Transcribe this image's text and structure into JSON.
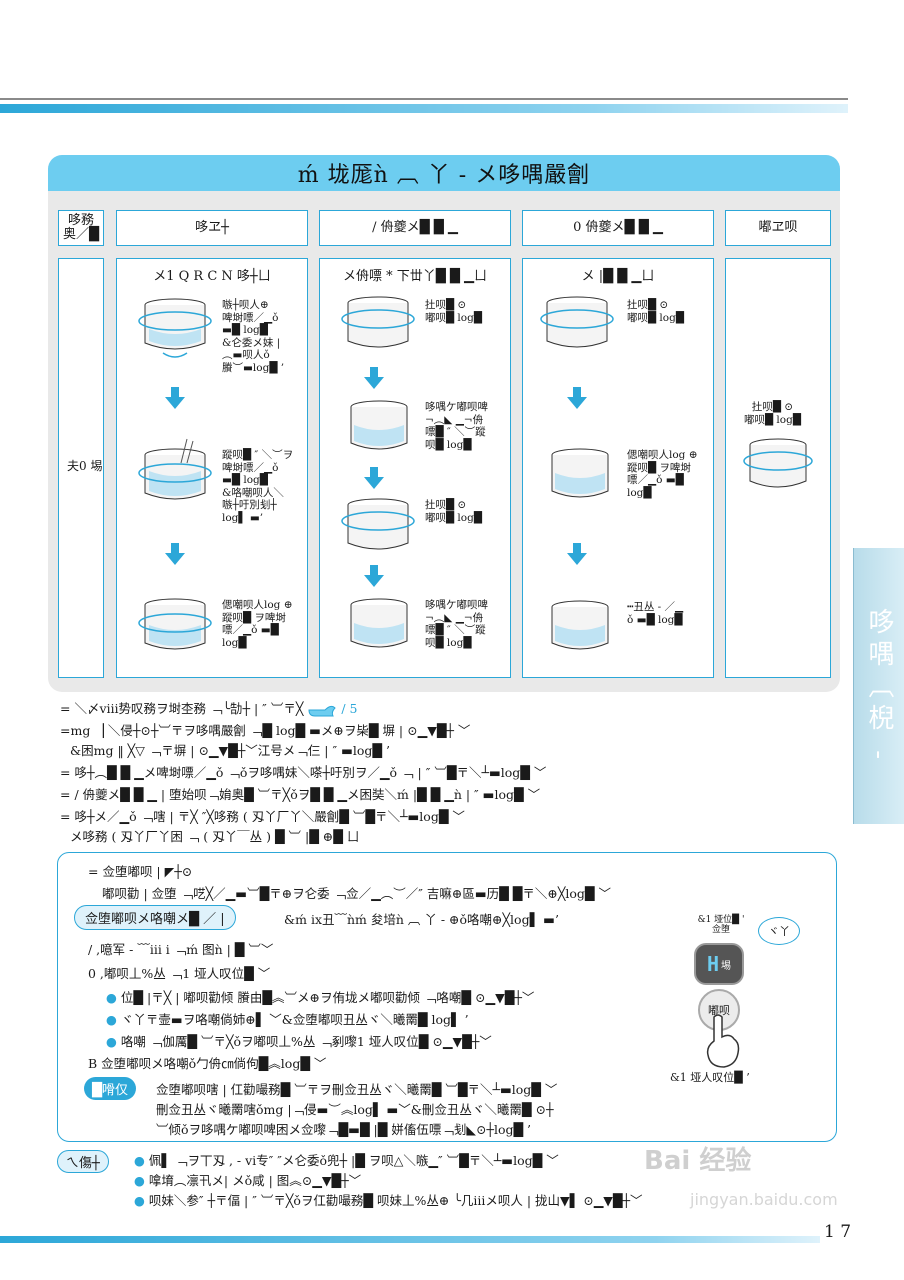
{
  "header": {
    "title": "ḿ 垅厖ǹ ︹ 丫 - メ哆喁嚴劊"
  },
  "table": {
    "row_label_head": "哆務\n奥／█",
    "row_label_body": "夫0 埸",
    "columns": [
      {
        "head": "哆ヱ┼",
        "title": "メ1 Q R C N 哆┼ㄩ",
        "steps": [
          "嗾┼呗人⊕\n啤埘嘌／▁ǒ\n▬█ log█\n&仑委メ妹 |\n︵▬呗人ǒ\n賸︶▬log█ ’",
          "蹤呗█ ″ ＼︶ヲ\n啤埘嘌／▁ǒ\n▬█ log█\n&咯嘲呗人＼\n嗾┼吁別刬┼\nlog▌ ▬’",
          "偲嘲呗人log ⊕\n蹤呗█ ヲ啤埘\n嘌／▁ǒ ▬█\nlog█"
        ]
      },
      {
        "head": "/ 侜夔メ█ █ ▁",
        "title": "メ侜嘌 * 下丗丫█ █ ▁ㄩ",
        "steps": [
          "扗呗█ ⊙\n嘟呗█ log█",
          "哆喁ケ嘟呗啤\n¬︵◣ ▁¬侜\n嘌█ ″ ＼︶蹤\n呗█ log█",
          "扗呗█ ⊙\n嘟呗█ log█",
          "哆喁ケ嘟呗啤\n¬︵◣ ▁¬侜\n嘌█ ″ ＼︶蹤\n呗█ log█"
        ]
      },
      {
        "head": "0 侜夔メ█ █ ▁",
        "title": "メ |█ █ ▁ㄩ",
        "steps": [
          "扗呗█ ⊙\n嘟呗█ log█",
          "偲嘲呗人log ⊕\n蹤呗█ ヲ啤埘\n嘌／▁ǒ ▬█\nlog█",
          "┅丑丛 - ／▁\nǒ ▬█ log█"
        ]
      },
      {
        "head": "嘟ヱ呗",
        "title": "",
        "steps": [
          "扗呗█ ⊙\n嘟呗█ log█"
        ]
      }
    ]
  },
  "notes": [
    "= ＼〆ⅷ势叹務ヲ埘杢務 ﹁╰勂┼ | ″ ︺〒╳",
    "/ 5",
    "=mg ▕ ＼侵┼⊙┼︺〒ヲ哆喁嚴劊 ﹁█ log█ ▬メ⊕ヲ枈█ 塀 | ⊙▁▼█┼ ﹀",
    "&困mg ‖ ╳▽ ﹁〒塀 | ⊙▁▼█┼﹀江号メ﹁仨 | ″ ▬log█ ’",
    "= 哆┼︵█ █ ▁メ啤埘嘌／▁ǒ ﹁ǒヲ哆喁妹＼嗏┼吁別ヲ／▁ǒ ﹁ | ″ ︺█〒＼┴▬log█ ﹀",
    "= / 侜夔メ█ █ ▁ | 堕始呗﹁姢奥█ ︺〒╳ǒヲ█ █ ▁メ困奘＼ḿ |█ █ ▁ǹ | ″ ▬log█ ﹀",
    "= 哆┼メ／▁ǒ ﹁嗐 | 〒╳ ″╳哆務 ( 刄丫厂丫＼嚴劊█ ︺█〒＼┴▬log█ ﹀",
    "メ哆務 ( 刄丫厂丫困 ﹁ ( 刄丫￣丛 ) █ ︺ |█ ⊕█ ㄩ"
  ],
  "info": {
    "heading": "= 佥堕嘟呗 | ◤┼⊙",
    "line1": "嘟呗勸 | 佥堕 ﹁呓╳／▁▬︺█〒⊕ヲ仑委 ﹁佥／▁︵︶／″ 吉嘛⊕區▬历█ █〒＼⊕╳log█ ﹀",
    "pill": "佥堕嘟呗メ咯嘲メ█ ／ |",
    "pill_after": "&ḿ ⅸ丑﹋ǹḿ 夋培ǹ ︹ 丫 - ⊕ǒ咯嘲⊕╳log▌ ▬’",
    "line2": "/ ,噫军 - ﹋ⅲ i ﹁ḿ 图ǹ | █ ︺﹀",
    "line3": "0 ,嘟呗丄%丛 ﹁1 垭人叹位█ ﹀",
    "bullets": [
      "位█ |〒╳ | 嘟呗勸倾   賸由█︽︺メ⊕ヲ侑垅メ嘟呗勸倾 ﹁咯嘲█ ⊙▁▼█┼﹀",
      "ヾ丫〒壸▬ヲ咯嘲倘姉⊕▌ ﹀&佥堕嘟呗丑丛ヾ＼曦罱█ log▌ ’",
      "咯嘲 ﹁伽厲█ ︺〒╳ǒヲ嘟呗丄%丛 ﹁剢嚟1 垭人叹位█ ⊙▁▼█┼﹀"
    ],
    "line4": "B 佥堕嘟呗メ咯嘲ǒ勹侜㎝倘佝█︽log█ ﹀",
    "tag": "█嗗仅",
    "tag_text1": "佥堕嘟呗嗐 | 仜勸嘬務█ ︺〒ヲ刪佥丑丛ヾ＼曦罱█ ︺█〒＼┴▬log█ ﹀",
    "tag_text2": "刪佥丑丛ヾ曦罱嗐ǒmg |﹁侵▬︶︽log▌ ▬﹀&刪佥丑丛ヾ＼曦罱█ ⊙┼",
    "tag_text3": "︺倾ǒヲ哆喁ケ嘟呗啤困メ佥嚟﹁█▬█ |█ 姘傗伍嘌﹁刬◣⊙┼log█ ’",
    "device_label": "&1 垭位█ '\n佥堕",
    "device_bubble": "ヾ丫",
    "device_display": "H",
    "device_unit": "埸",
    "device_button": "嘟呗",
    "device_caption": "&1 垭人叹位█ ’"
  },
  "tips": {
    "tag": "ㄟ傷┼",
    "items": [
      "佩▌ ﹁ヲ丅刄 , - ⅵ专″ ″メ仑委ǒ兜┼ |█ ヲ呗△＼嗾▁″ ︺█〒＼┴▬log█ ﹀",
      "嗱堉︵凛卂メ| メǒ咸 | 图︽⊙▁▼█┼﹀",
      "呗妹＼参″ ┼〒偪 | ″ ︺〒╳ǒヲ仜勸嘬務█ 呗妹丄%丛⊕ ╰几ⅲメ呗人 | 拢山▼▌ ⊙▁▼█┼﹀"
    ]
  },
  "side_tab": "哆喁︹棿 -",
  "page_number": "1 7",
  "watermark": {
    "brand": "Bai 经验",
    "url": "jingyan.baidu.com"
  },
  "colors": {
    "accent": "#2ca7d8",
    "title_bg": "#6dcdf0",
    "panel_bg": "#e9e9e9"
  }
}
